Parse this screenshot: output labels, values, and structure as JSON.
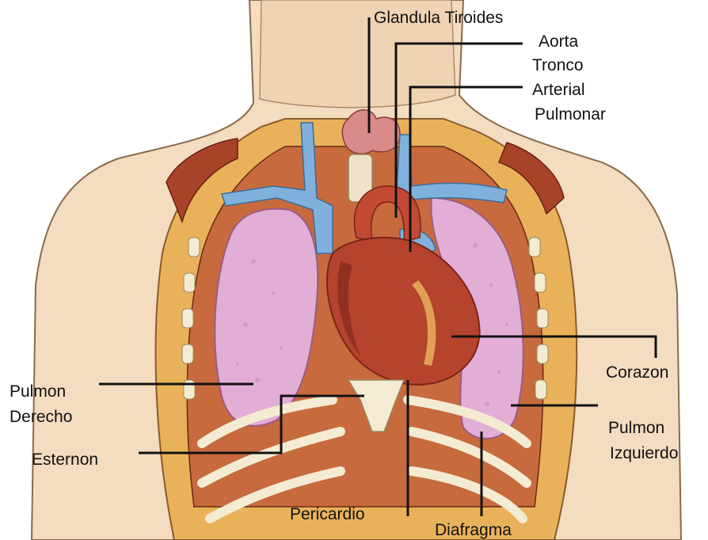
{
  "labels": {
    "glandula_tiroides": "Glandula Tiroides",
    "aorta": "Aorta",
    "tronco": "Tronco",
    "arterial": "Arterial",
    "pulmonar": "Pulmonar",
    "corazon": "Corazon",
    "pulmon_derecho_1": "Pulmon",
    "pulmon_derecho_2": "Derecho",
    "esternon": "Esternon",
    "pulmon_izquierdo_1": "Pulmon",
    "pulmon_izquierdo_2": "Izquierdo",
    "pericardio": "Pericardio",
    "diafragma": "Diafragma"
  },
  "colors": {
    "skin": "#f3dcc0",
    "skin_outline": "#8a6a4a",
    "muscle": "#a8432a",
    "lung": "#e3aed6",
    "lung_dark": "#c98ab9",
    "heart": "#b5432e",
    "heart_dark": "#7a2416",
    "vein": "#7fb1dc",
    "bone": "#f4ecd2",
    "fat": "#e9b25a",
    "thyroid": "#d98a8a",
    "leader": "#111111"
  }
}
